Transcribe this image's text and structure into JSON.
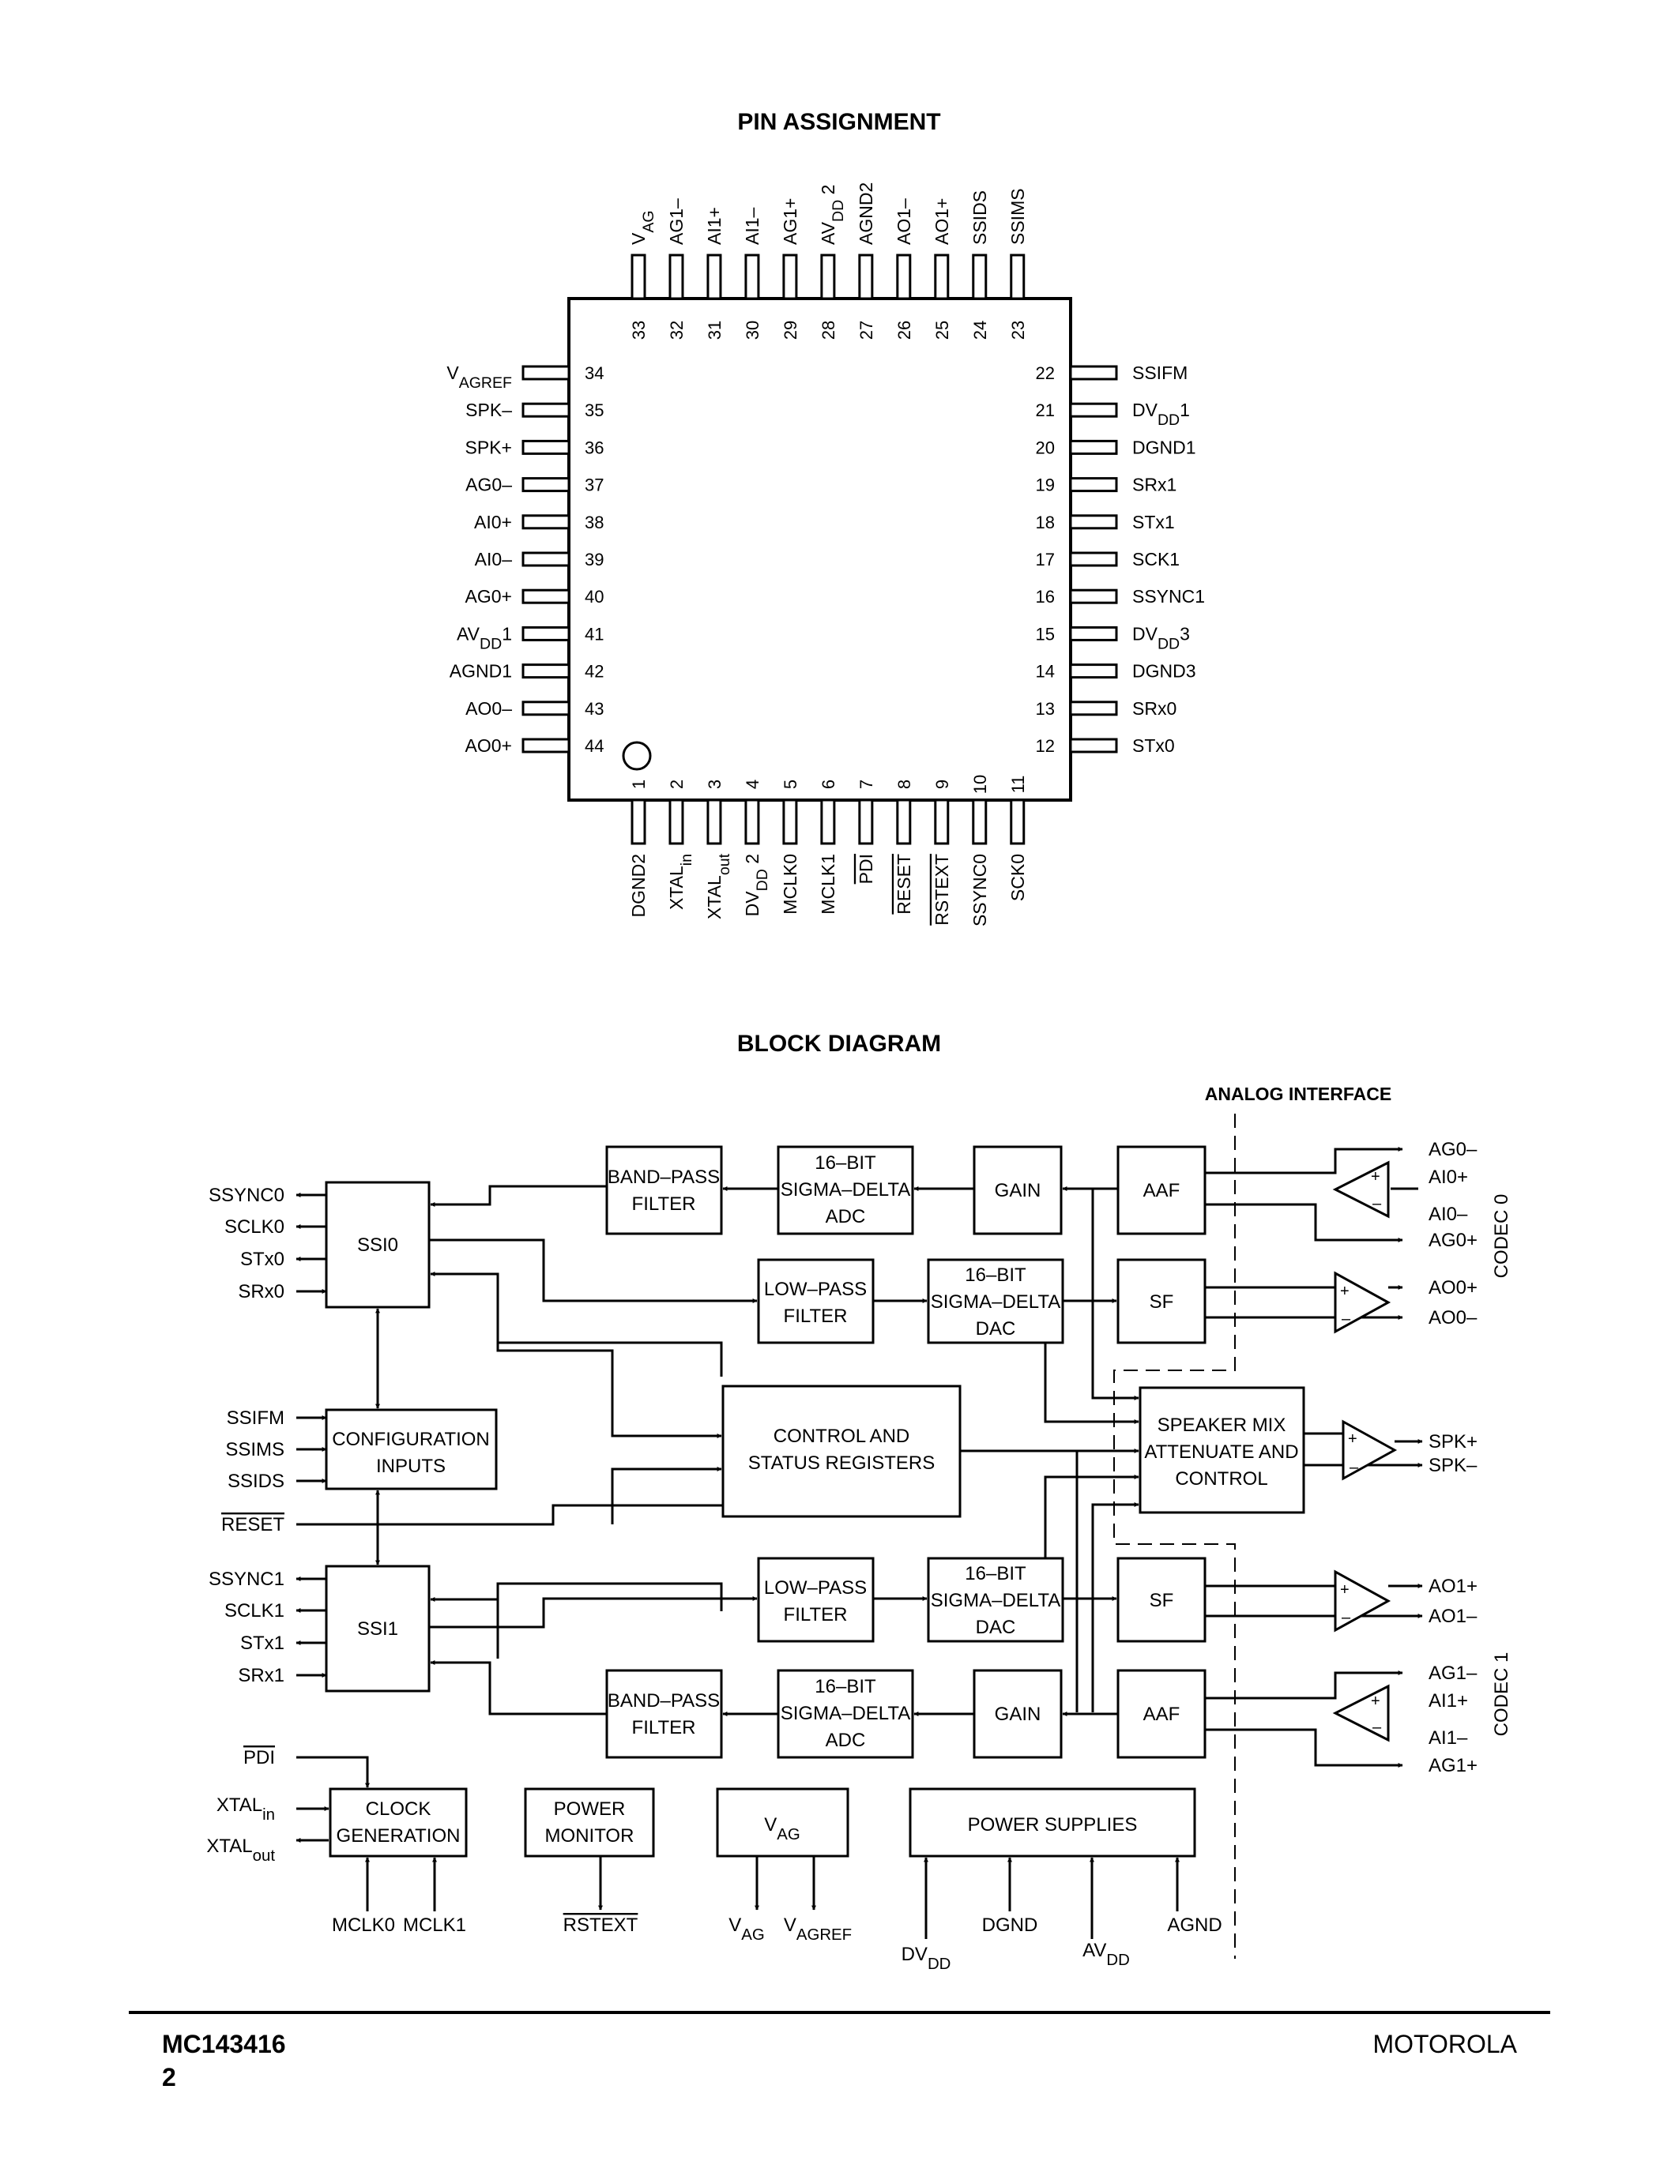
{
  "page": {
    "pin_title": "PIN ASSIGNMENT",
    "block_title": "BLOCK DIAGRAM",
    "analog_interface": "ANALOG INTERFACE",
    "footer_part": "MC143416",
    "footer_page": "2",
    "footer_brand": "MOTOROLA"
  },
  "pins": {
    "top": [
      {
        "n": "33",
        "l": "V_AG"
      },
      {
        "n": "32",
        "l": "AG1–"
      },
      {
        "n": "31",
        "l": "AI1+"
      },
      {
        "n": "30",
        "l": "AI1–"
      },
      {
        "n": "29",
        "l": "AG1+"
      },
      {
        "n": "28",
        "l": "AV_DD 2"
      },
      {
        "n": "27",
        "l": "AGND2"
      },
      {
        "n": "26",
        "l": "AO1–"
      },
      {
        "n": "25",
        "l": "AO1+"
      },
      {
        "n": "24",
        "l": "SSIDS"
      },
      {
        "n": "23",
        "l": "SSIMS"
      }
    ],
    "left": [
      {
        "n": "34",
        "l": "V_AGREF"
      },
      {
        "n": "35",
        "l": "SPK–"
      },
      {
        "n": "36",
        "l": "SPK+"
      },
      {
        "n": "37",
        "l": "AG0–"
      },
      {
        "n": "38",
        "l": "AI0+"
      },
      {
        "n": "39",
        "l": "AI0–"
      },
      {
        "n": "40",
        "l": "AG0+"
      },
      {
        "n": "41",
        "l": "AV_DD1"
      },
      {
        "n": "42",
        "l": "AGND1"
      },
      {
        "n": "43",
        "l": "AO0–"
      },
      {
        "n": "44",
        "l": "AO0+"
      }
    ],
    "right": [
      {
        "n": "22",
        "l": "SSIFM"
      },
      {
        "n": "21",
        "l": "DV_DD1"
      },
      {
        "n": "20",
        "l": "DGND1"
      },
      {
        "n": "19",
        "l": "SRx1"
      },
      {
        "n": "18",
        "l": "STx1"
      },
      {
        "n": "17",
        "l": "SCK1"
      },
      {
        "n": "16",
        "l": "SSYNC1"
      },
      {
        "n": "15",
        "l": "DV_DD3"
      },
      {
        "n": "14",
        "l": "DGND3"
      },
      {
        "n": "13",
        "l": "SRx0"
      },
      {
        "n": "12",
        "l": "STx0"
      }
    ],
    "bottom": [
      {
        "n": "1",
        "l": "DGND2"
      },
      {
        "n": "2",
        "l": "XTAL_in"
      },
      {
        "n": "3",
        "l": "XTAL_out"
      },
      {
        "n": "4",
        "l": "DV_DD 2"
      },
      {
        "n": "5",
        "l": "MCLK0"
      },
      {
        "n": "6",
        "l": "MCLK1"
      },
      {
        "n": "7",
        "l": "PDI"
      },
      {
        "n": "8",
        "l": "RESET"
      },
      {
        "n": "9",
        "l": "RSTEXT"
      },
      {
        "n": "10",
        "l": "SSYNC0"
      },
      {
        "n": "11",
        "l": "SCK0"
      }
    ]
  },
  "blocks": {
    "ssi0": "SSI0",
    "config": [
      "CONFIGURATION",
      "INPUTS"
    ],
    "ssi1": "SSI1",
    "bpf0": [
      "BAND–PASS",
      "FILTER"
    ],
    "adc0": [
      "16–BIT",
      "SIGMA–DELTA",
      "ADC"
    ],
    "gain0": "GAIN",
    "aaf0": "AAF",
    "lpf0": [
      "LOW–PASS",
      "FILTER"
    ],
    "dac0": [
      "16–BIT",
      "SIGMA–DELTA",
      "DAC"
    ],
    "sf0": "SF",
    "ctrl": [
      "CONTROL AND",
      "STATUS REGISTERS"
    ],
    "spk": [
      "SPEAKER MIX",
      "ATTENUATE AND",
      "CONTROL"
    ],
    "lpf1": [
      "LOW–PASS",
      "FILTER"
    ],
    "dac1": [
      "16–BIT",
      "SIGMA–DELTA",
      "DAC"
    ],
    "sf1": "SF",
    "bpf1": [
      "BAND–PASS",
      "FILTER"
    ],
    "adc1": [
      "16–BIT",
      "SIGMA–DELTA",
      "ADC"
    ],
    "gain1": "GAIN",
    "aaf1": "AAF",
    "clock": [
      "CLOCK",
      "GENERATION"
    ],
    "pmon": [
      "POWER",
      "MONITOR"
    ],
    "vag": "V_AG",
    "psup": "POWER SUPPLIES"
  },
  "signals": {
    "ssi0_left": [
      "SSYNC0",
      "SCLK0",
      "STx0",
      "SRx0"
    ],
    "config_left": [
      "SSIFM",
      "SSIMS",
      "SSIDS"
    ],
    "reset": "RESET",
    "ssi1_left": [
      "SSYNC1",
      "SCLK1",
      "STx1",
      "SRx1"
    ],
    "pdi": "PDI",
    "xtal_in": "XTAL_in",
    "xtal_out": "XTAL_out",
    "mclk0": "MCLK0",
    "mclk1": "MCLK1",
    "rstext": "RSTEXT",
    "vag_out": "V_AG",
    "vagref_out": "V_AGREF",
    "dvdd": "DV_DD",
    "dgnd": "DGND",
    "avdd": "AV_DD",
    "agnd": "AGND",
    "codec0_right": [
      "AG0–",
      "AI0+",
      "AI0–",
      "AG0+",
      "AO0+",
      "AO0–"
    ],
    "spk_right": [
      "SPK+",
      "SPK–"
    ],
    "codec1_right": [
      "AO1+",
      "AO1–",
      "AG1–",
      "AI1+",
      "AI1–",
      "AG1+"
    ],
    "codec0": "CODEC 0",
    "codec1": "CODEC 1"
  }
}
